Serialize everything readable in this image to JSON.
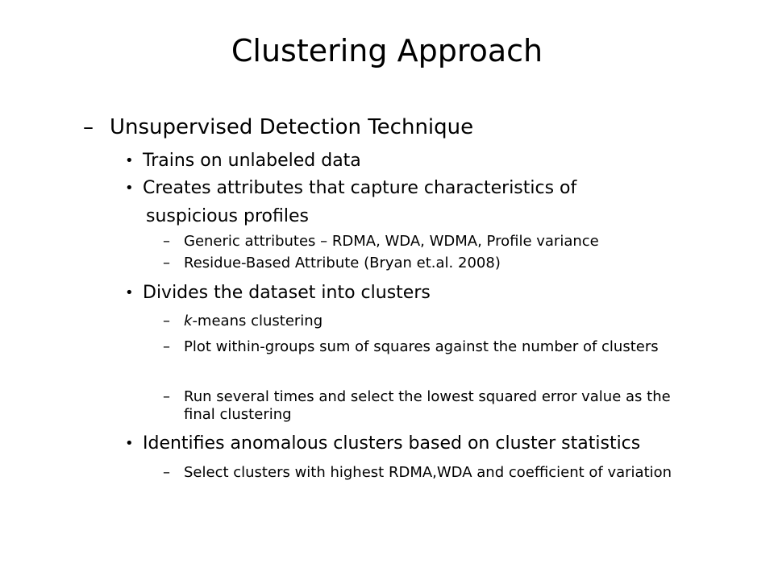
{
  "slide": {
    "title": "Clustering Approach",
    "marker_dash": "–",
    "marker_bullet": "•",
    "heading": "Unsupervised Detection Technique",
    "b1": "Trains on unlabeled data",
    "b2_line1": "Creates attributes that capture characteristics of",
    "b2_line2": "suspicious profiles",
    "b2_sub1": "Generic attributes –  RDMA, WDA, WDMA, Profile variance",
    "b2_sub2": "Residue-Based Attribute (Bryan et.al. 2008)",
    "b3": "Divides the dataset into clusters",
    "b3_sub1_italic": "k",
    "b3_sub1_rest": "-means clustering",
    "b3_sub2": "Plot within-groups sum of squares against the number of clusters",
    "b3_sub3": "Run several times and select the lowest squared error value as the final clustering",
    "b4": "Identifies anomalous clusters based on cluster statistics",
    "b4_sub1": "Select clusters with highest RDMA,WDA and coefficient of variation"
  }
}
